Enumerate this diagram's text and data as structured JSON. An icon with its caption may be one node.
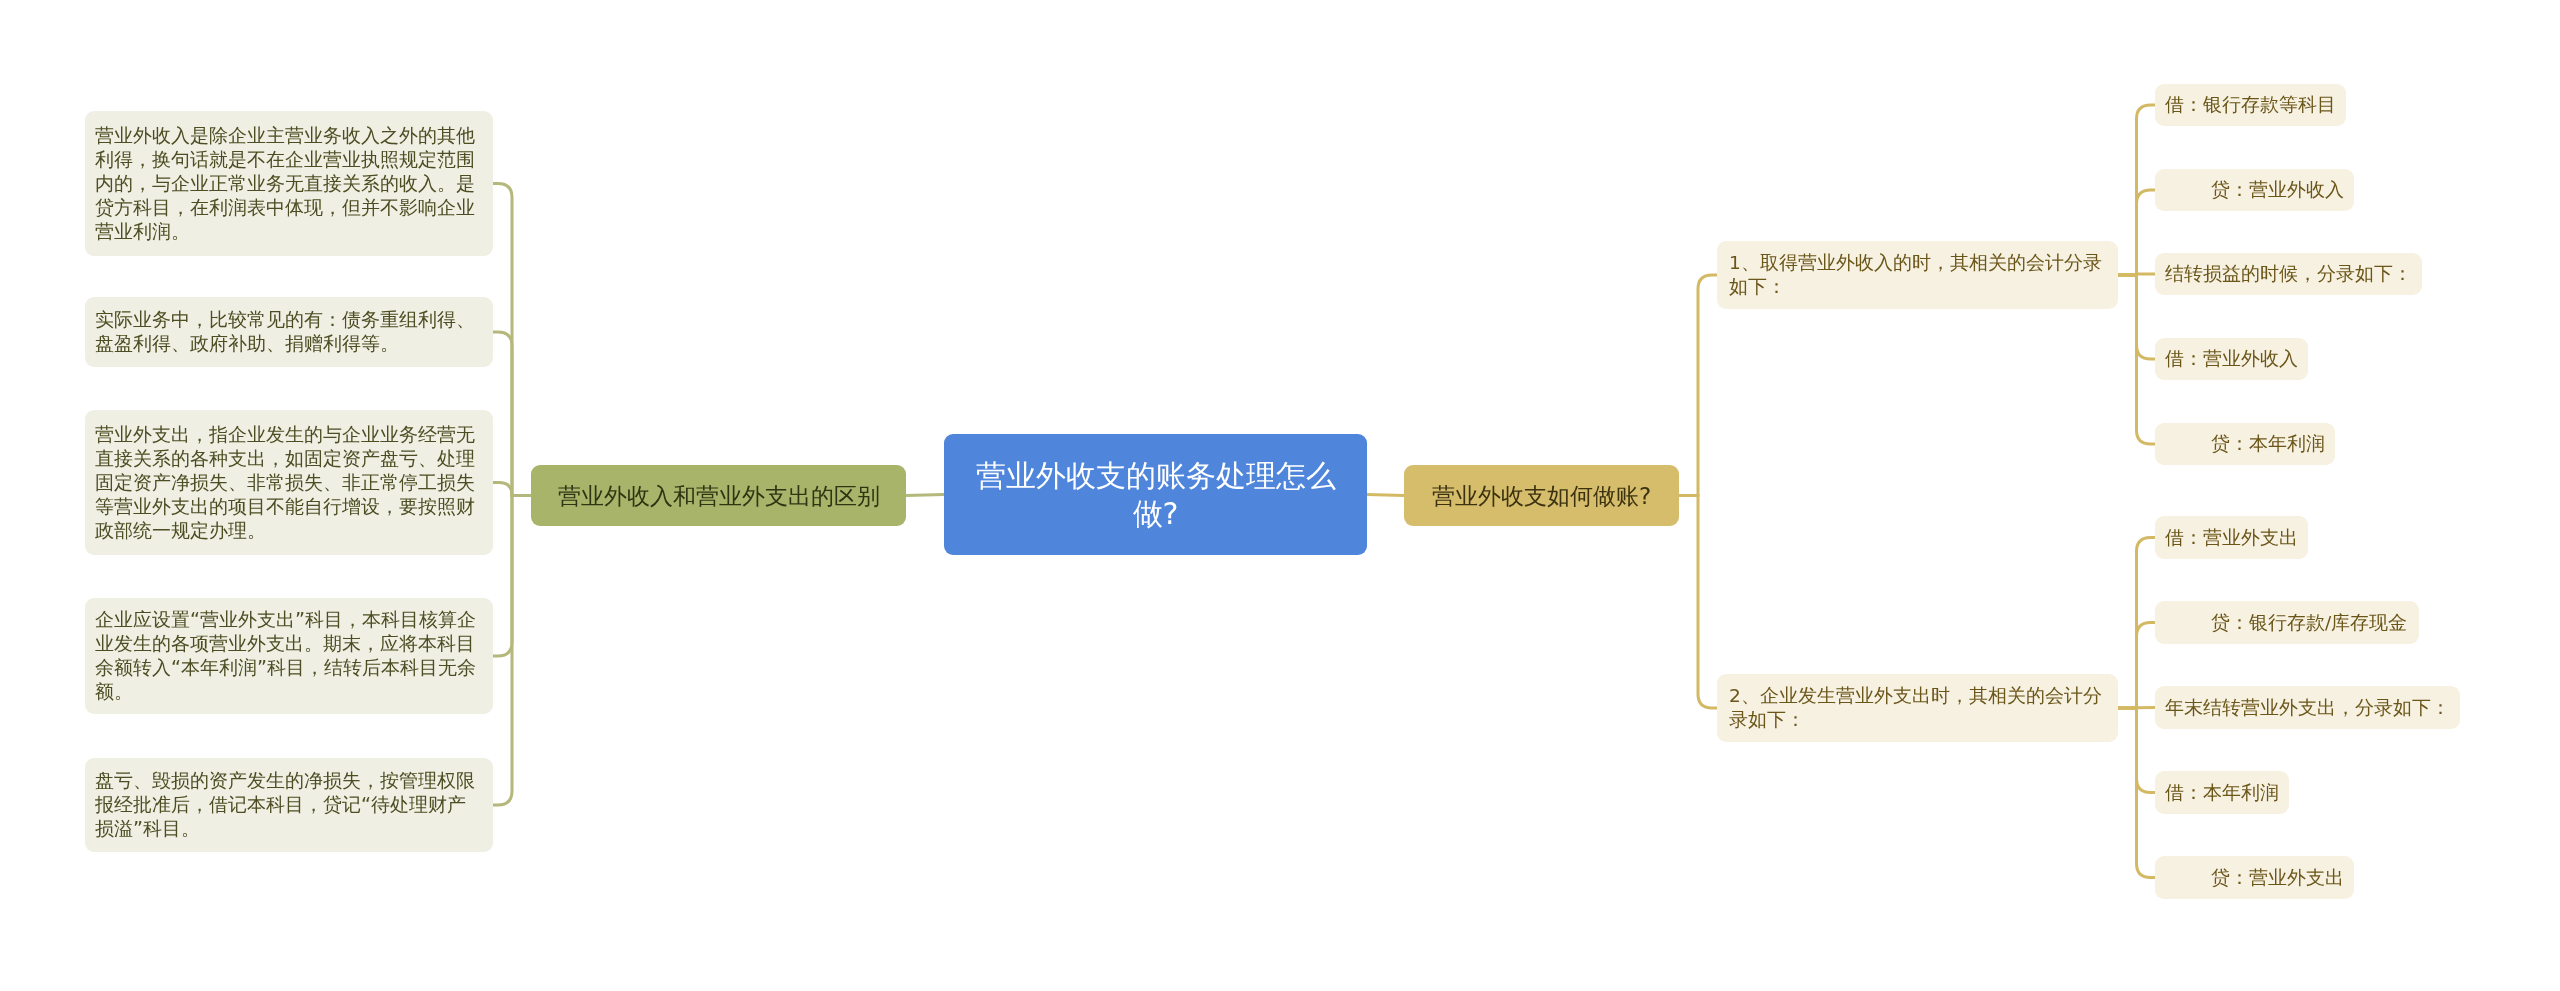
{
  "diagram": {
    "nodes": [
      {
        "text": [
          "营业外收支的账务处理怎么做?"
        ]
      },
      {
        "text": [
          "营业外收入和营业外支出的区别"
        ]
      },
      {
        "text": [
          "营业外收入是除企业主营业务收入之外的其他利得，换句话就是不在企业营业执照规定范围内的，与企业正常业务无直接关系的收入。是贷方科目，在利润表中体现，但并不影响企业营业利润。"
        ]
      },
      {
        "text": [
          "实际业务中，比较常见的有：债务重组利得、盘盈利得、政府补助、捐赠利得等。"
        ]
      },
      {
        "text": [
          "营业外支出，指企业发生的与企业业务经营无直接关系的各种支出，如固定资产盘亏、处理固定资产净损失、非常损失、非正常停工损失等营业外支出的项目不能自行增设，要按照财政部统一规定办理。"
        ]
      },
      {
        "text": [
          "企业应设置“营业外支出”科目，本科目核算企业发生的各项营业外支出。期末，应将本科目余额转入“本年利润”科目，结转后本科目无余额。"
        ]
      },
      {
        "text": [
          "盘亏、毁损的资产发生的净损失，按管理权限报经批准后，借记本科目，贷记“待处理财产损溢”科目。"
        ]
      },
      {
        "text": [
          "营业外收支如何做账?"
        ]
      },
      {
        "text": [
          "1、取得营业外收入的时，其相关的会计分录如下："
        ]
      },
      {
        "text": [
          "借：银行存款等科目"
        ]
      },
      {
        "text": [
          "贷：营业外收入"
        ]
      },
      {
        "text": [
          "结转损益的时候，分录如下："
        ]
      },
      {
        "text": [
          "借：营业外收入"
        ]
      },
      {
        "text": [
          "贷：本年利润"
        ]
      },
      {
        "text": [
          "2、企业发生营业外支出时，其相关的会计分录如下："
        ]
      },
      {
        "text": [
          "借：营业外支出"
        ]
      },
      {
        "text": [
          "贷：银行存款/库存现金"
        ]
      },
      {
        "text": [
          "年末结转营业外支出，分录如下："
        ]
      },
      {
        "text": [
          "借：本年利润"
        ]
      },
      {
        "text": [
          "贷：营业外支出"
        ]
      }
    ],
    "edges": [
      {
        "from": 0,
        "to": 1,
        "arrow": "none"
      },
      {
        "from": 1,
        "to": 2,
        "arrow": "none"
      },
      {
        "from": 1,
        "to": 3,
        "arrow": "none"
      },
      {
        "from": 1,
        "to": 4,
        "arrow": "none"
      },
      {
        "from": 1,
        "to": 5,
        "arrow": "none"
      },
      {
        "from": 1,
        "to": 6,
        "arrow": "none"
      },
      {
        "from": 0,
        "to": 7,
        "arrow": "none"
      },
      {
        "from": 7,
        "to": 8,
        "arrow": "none"
      },
      {
        "from": 8,
        "to": 9,
        "arrow": "none"
      },
      {
        "from": 8,
        "to": 10,
        "arrow": "none"
      },
      {
        "from": 8,
        "to": 11,
        "arrow": "none"
      },
      {
        "from": 8,
        "to": 12,
        "arrow": "none"
      },
      {
        "from": 8,
        "to": 13,
        "arrow": "none"
      },
      {
        "from": 7,
        "to": 14,
        "arrow": "none"
      },
      {
        "from": 14,
        "to": 15,
        "arrow": "none"
      },
      {
        "from": 14,
        "to": 16,
        "arrow": "none"
      },
      {
        "from": 14,
        "to": 17,
        "arrow": "none"
      },
      {
        "from": 14,
        "to": 18,
        "arrow": "none"
      },
      {
        "from": 14,
        "to": 19,
        "arrow": "none"
      }
    ]
  }
}
